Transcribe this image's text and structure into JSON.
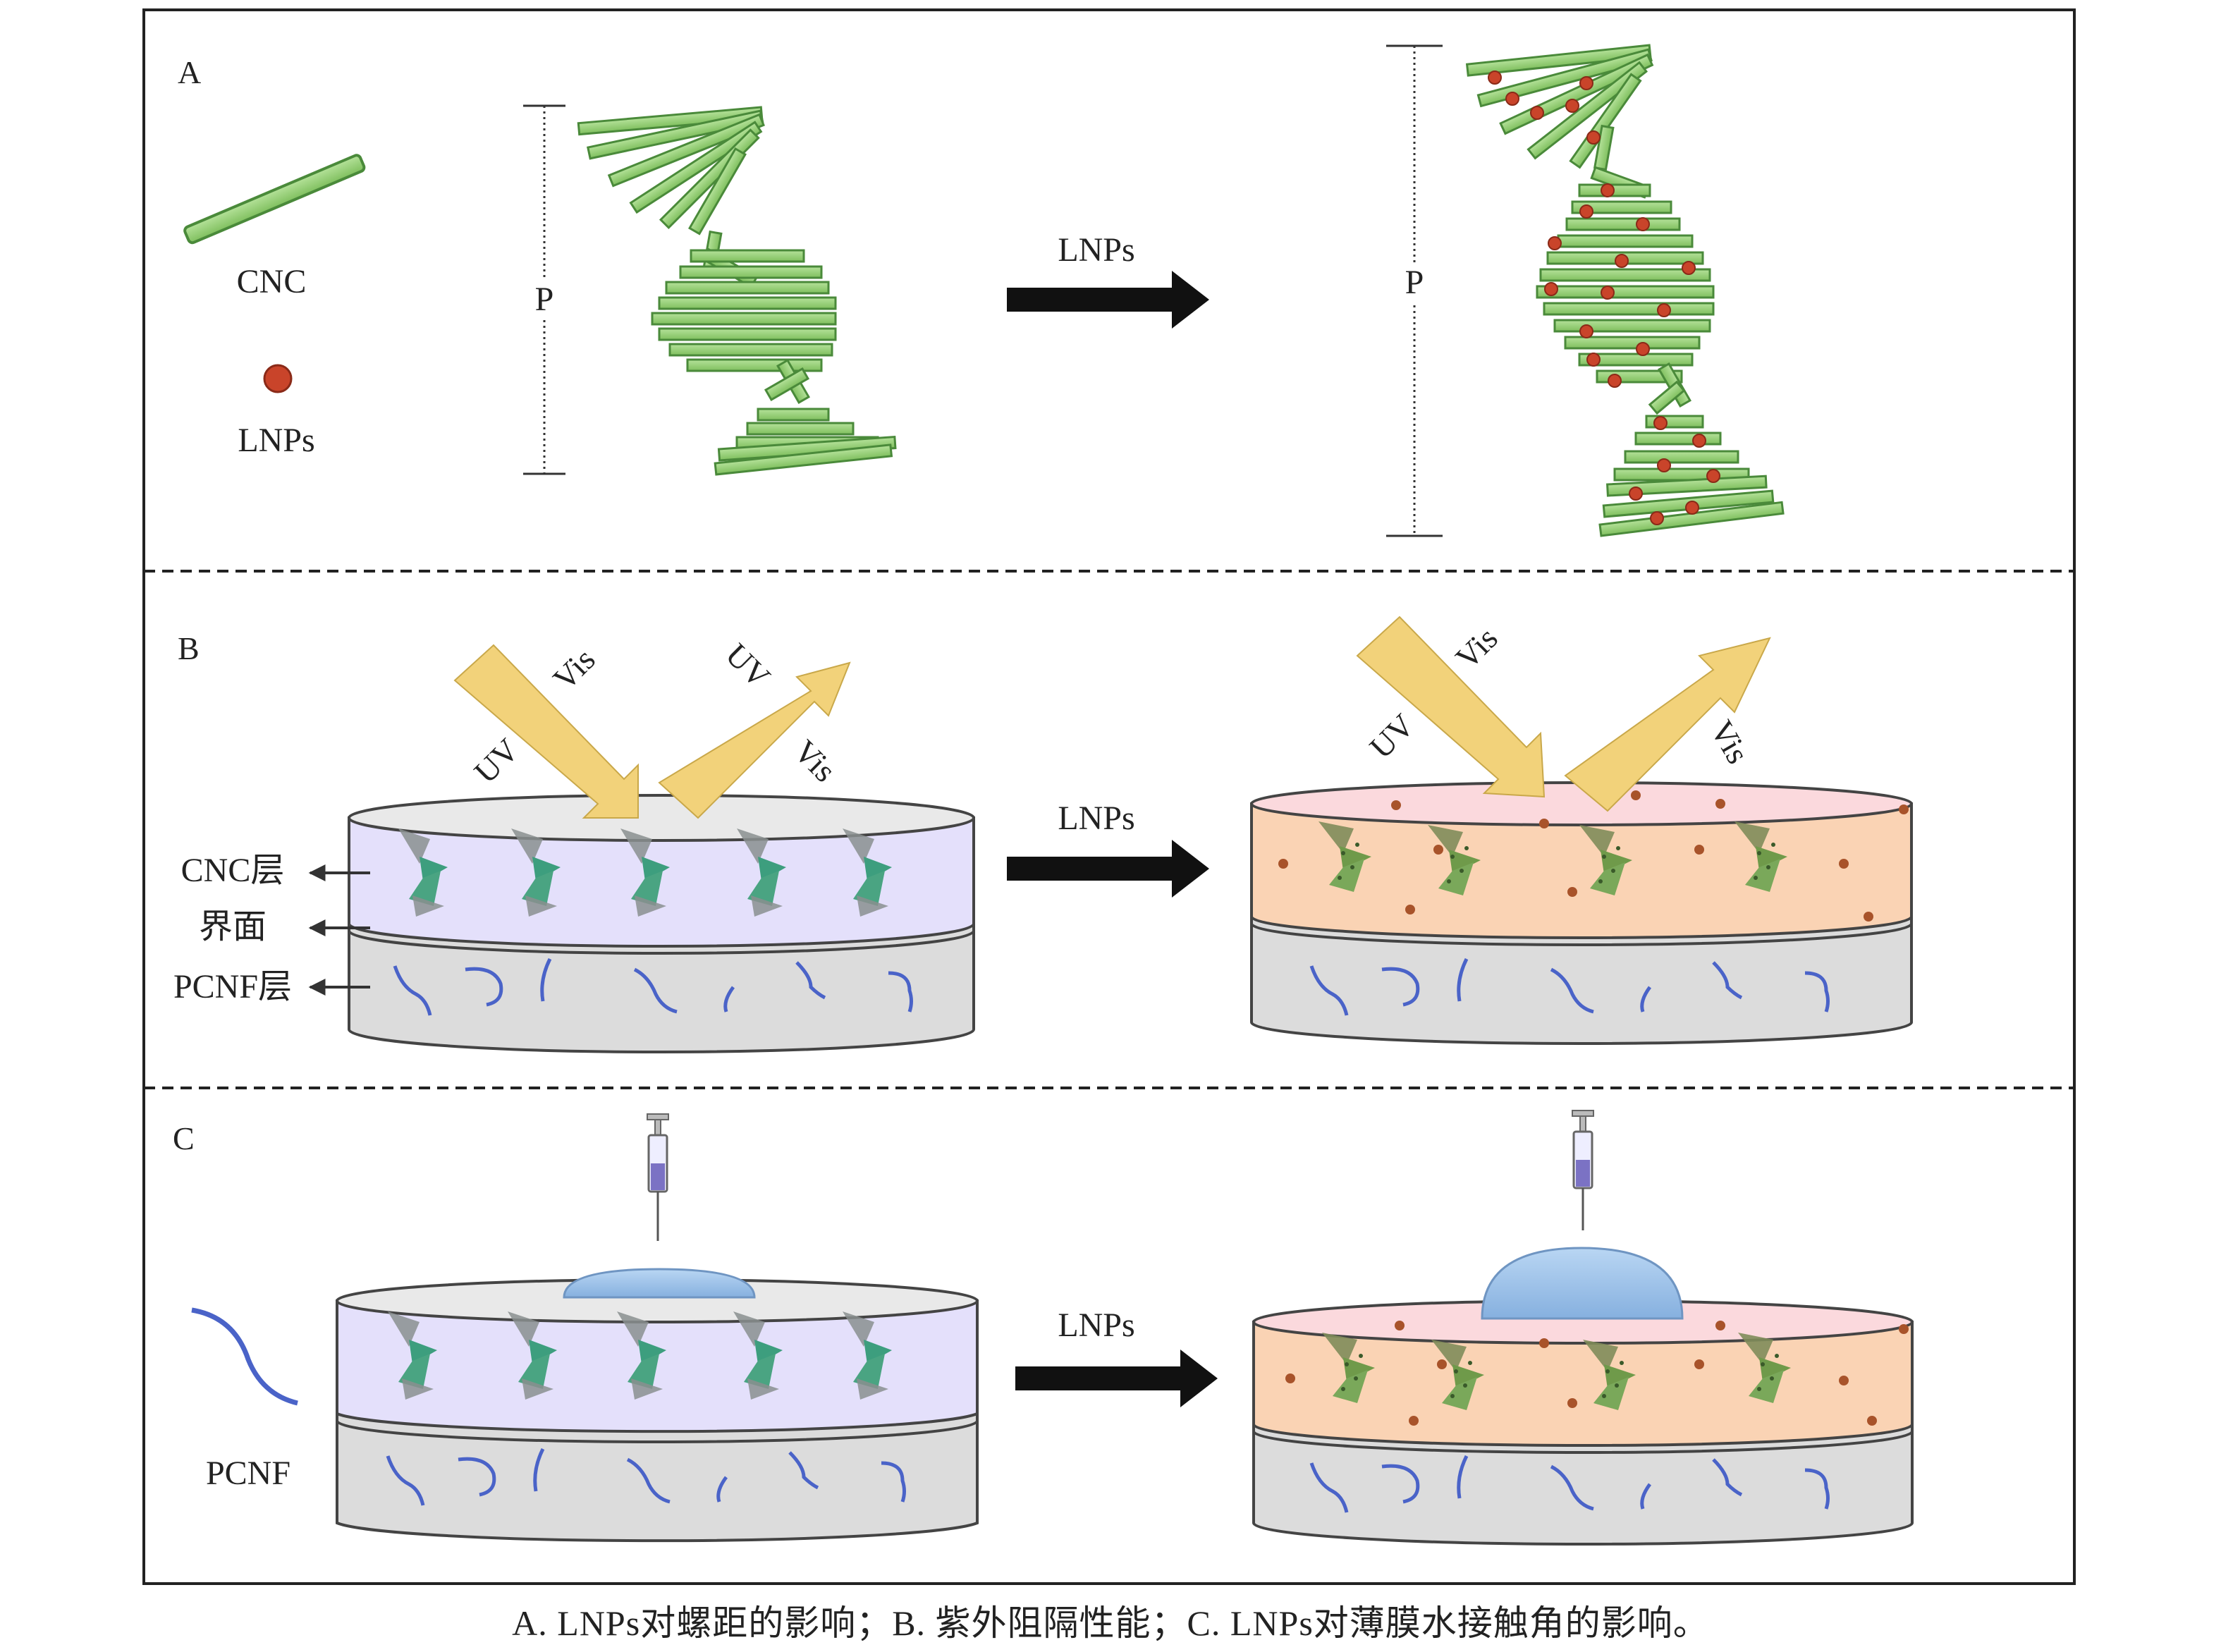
{
  "panels": {
    "a": {
      "letter": "A",
      "legend_cnc": "CNC",
      "legend_lnps": "LNPs",
      "pitch_left": "P",
      "arrow": "LNPs",
      "pitch_right": "P"
    },
    "b": {
      "letter": "B",
      "uv_in": "UV",
      "vis_in": "Vis",
      "uv_out": "UV",
      "vis_out": "Vis",
      "uv_in_r": "UV",
      "vis_in_r": "Vis",
      "vis_out_r": "Vis",
      "arrow": "LNPs",
      "layer_cnc": "CNC层",
      "layer_interface": "界面",
      "layer_pcnf": "PCNF层"
    },
    "c": {
      "letter": "C",
      "legend_pcnf": "PCNF",
      "arrow": "LNPs"
    }
  },
  "caption": "A. LNPs对螺距的影响；B. 紫外阻隔性能；C. LNPs对薄膜水接触角的影响。",
  "colors": {
    "rod": "#8fcf6f",
    "rod_stroke": "#4a8a3a",
    "particle": "#c9442a",
    "light": "#f2d27a",
    "cnc_layer": "#e4e0fb",
    "cnc_layer_lnp": "#fad3b4",
    "pcnf_layer": "#dcdcdc",
    "fiber": "#4a63c8",
    "drop": "#9dc3ea"
  }
}
